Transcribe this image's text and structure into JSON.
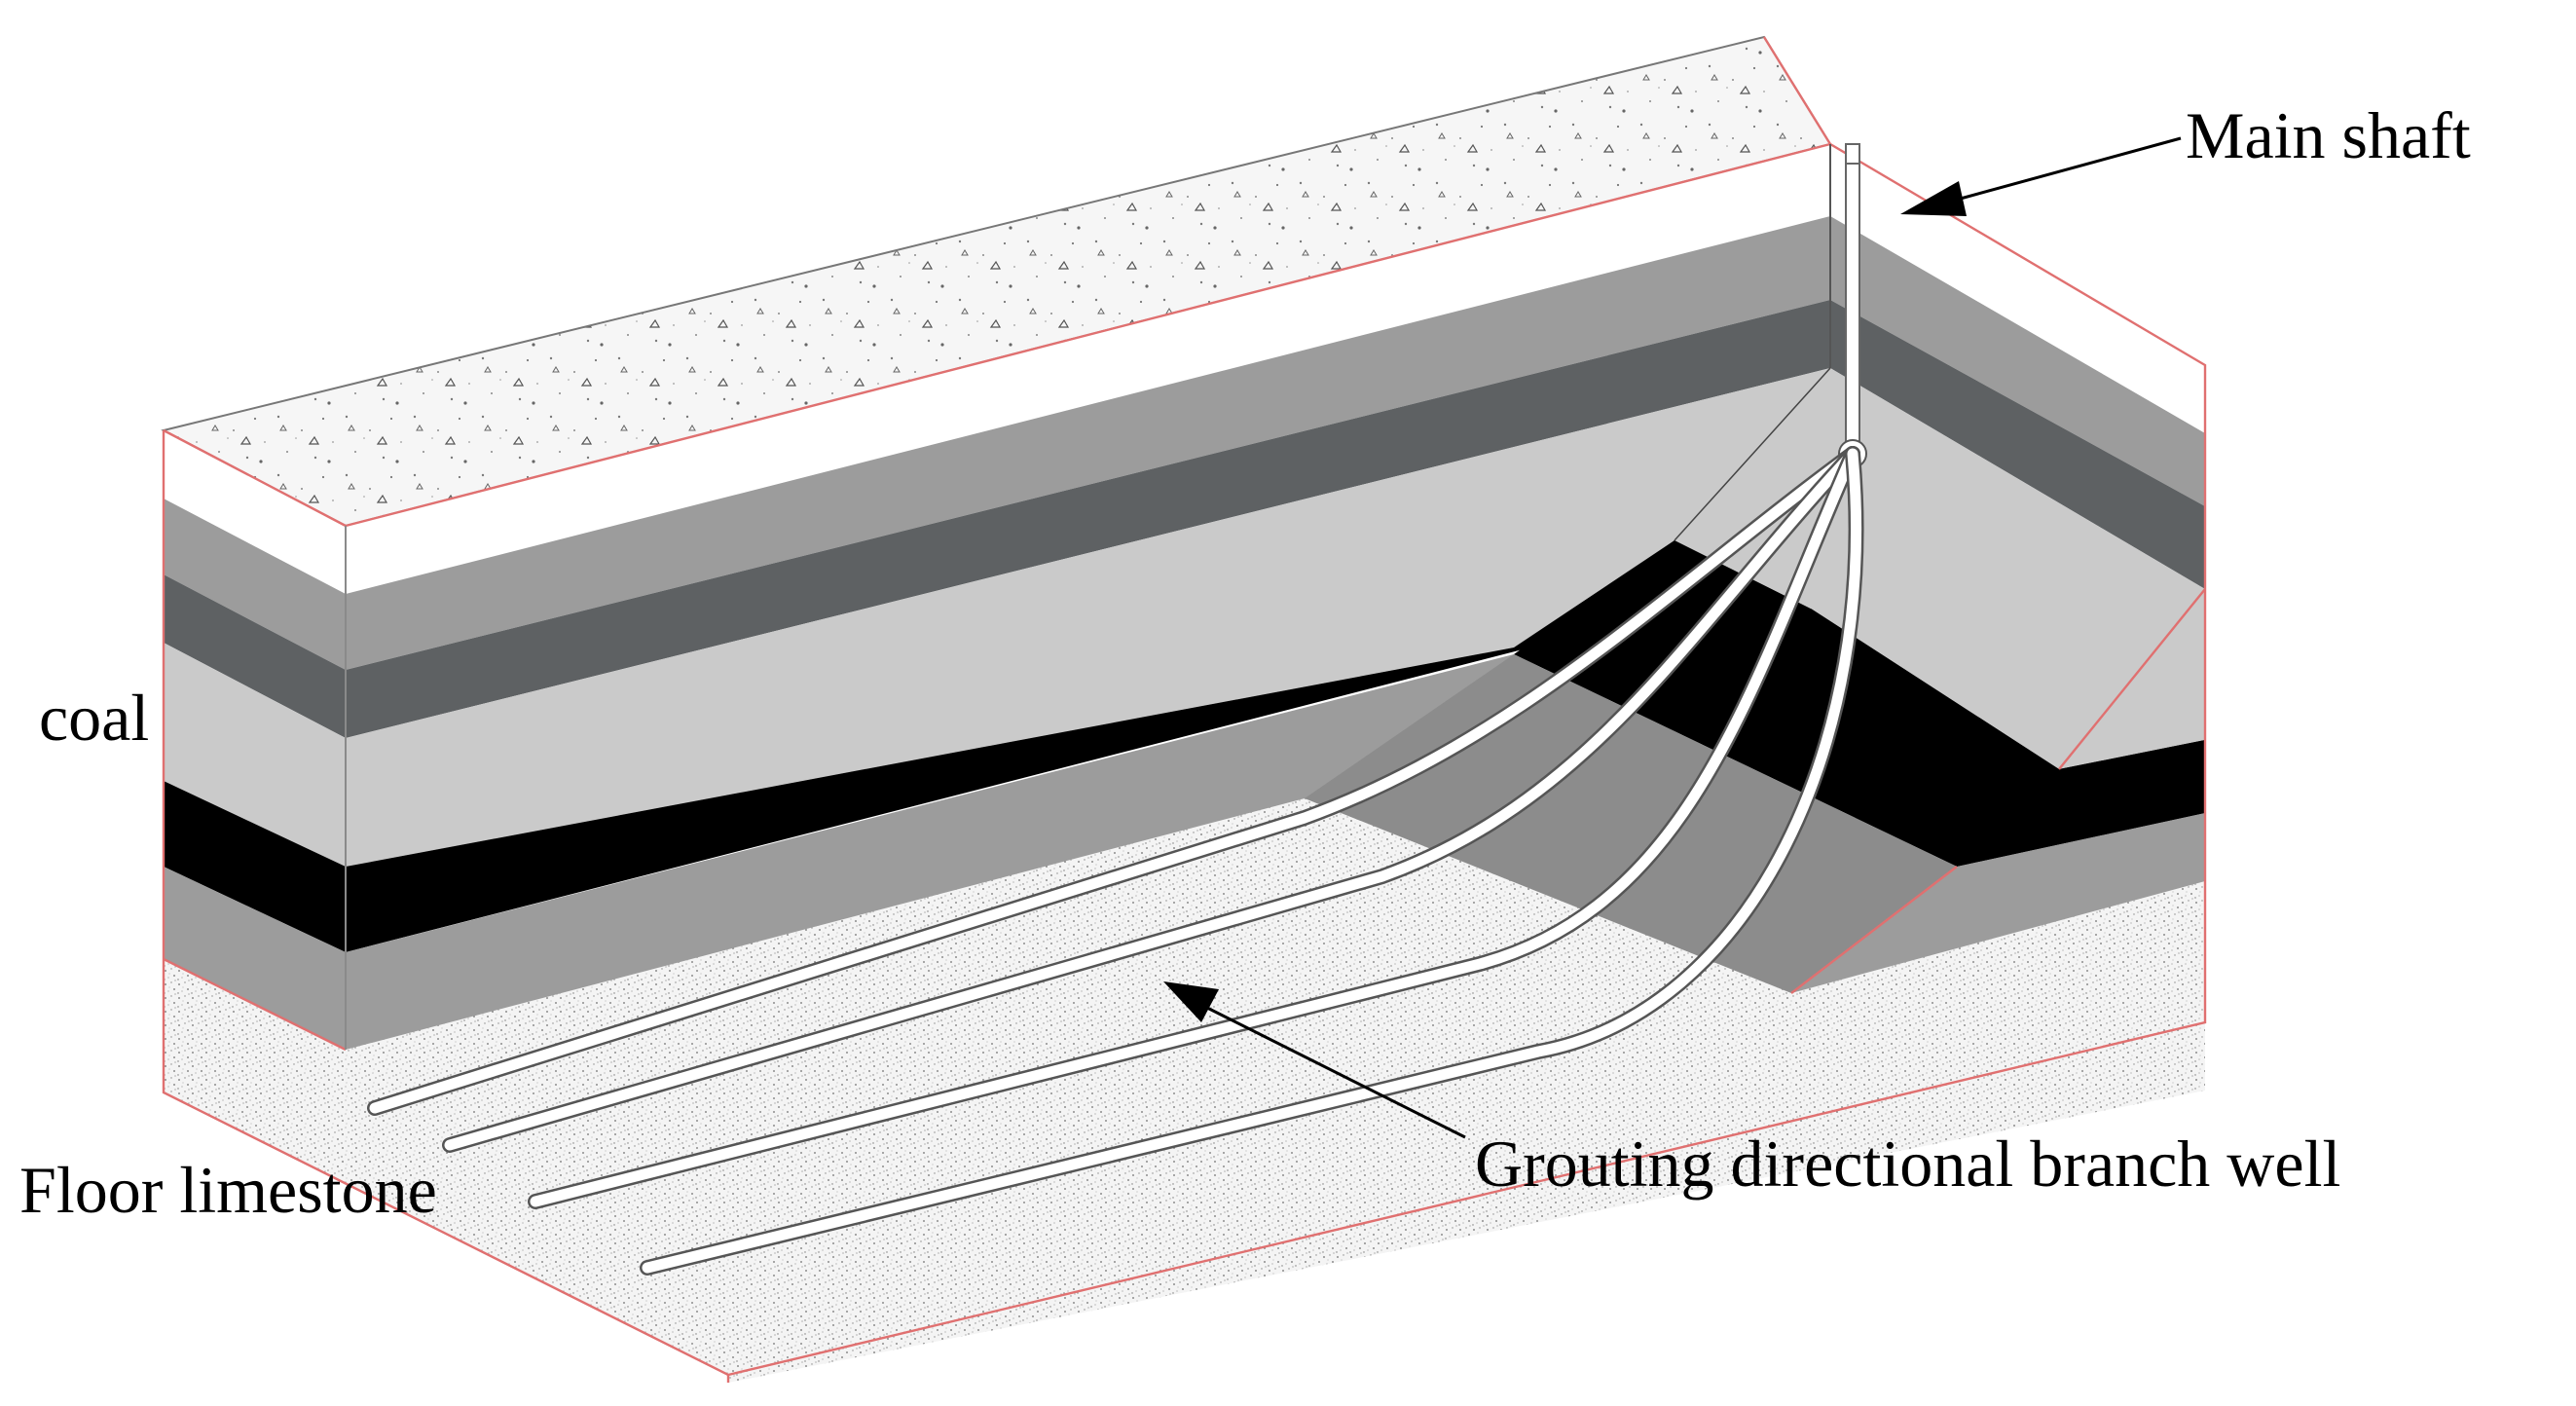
{
  "diagram": {
    "labels": {
      "main_shaft": "Main shaft",
      "coal": "coal",
      "floor_limestone": "Floor limestone",
      "branch_well": "Grouting directional branch well"
    },
    "layers": [
      "sandy topsoil",
      "white stratum",
      "grey stratum",
      "dark grey stratum",
      "light grey stratum",
      "coal",
      "grey stratum",
      "floor limestone"
    ],
    "branch_count": 4,
    "colors": {
      "edge": "#e07070",
      "coal": "#000000",
      "grey": "#9c9c9c",
      "dark_grey": "#5e6163",
      "light_grey": "#cacaca",
      "white": "#ffffff",
      "sand": "#f2f2f2"
    }
  }
}
